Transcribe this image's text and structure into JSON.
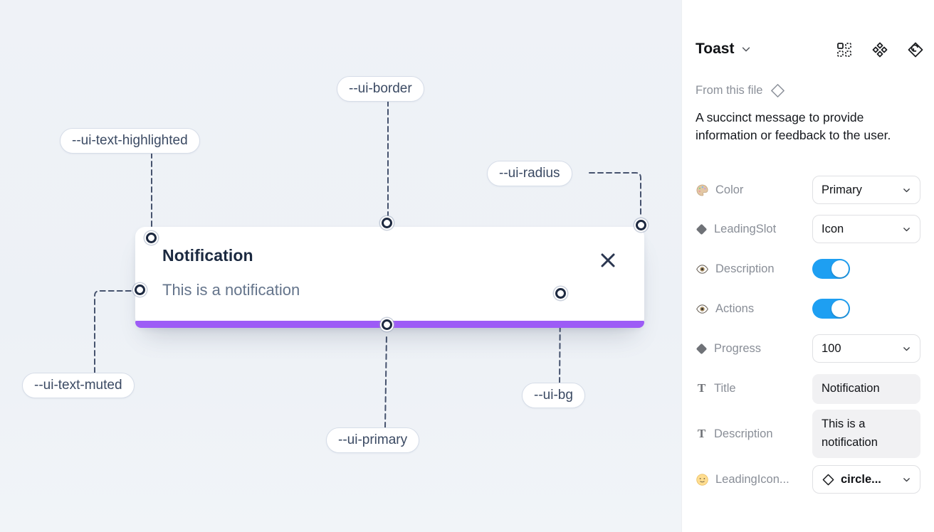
{
  "canvas": {
    "background_color": "#eff2f7",
    "toast": {
      "title": "Notification",
      "description": "This is a notification",
      "close_icon": "x-icon",
      "progress_color": "#9d5cf6",
      "progress_value_shown": "100"
    },
    "labels": [
      {
        "text": "--ui-border"
      },
      {
        "text": "--ui-text-highlighted"
      },
      {
        "text": "--ui-radius"
      },
      {
        "text": "--ui-text-muted"
      },
      {
        "text": "--ui-primary"
      },
      {
        "text": "--ui-bg"
      }
    ]
  },
  "panel": {
    "header": {
      "title": "Toast",
      "chevron_icon": "chevron-down-icon",
      "icons": [
        "components-grid-icon",
        "variants-icon",
        "swap-instance-icon"
      ]
    },
    "source": {
      "label": "From this file",
      "icon": "diamond-outline-icon"
    },
    "description": "A succinct message to provide information or feedback to the user.",
    "properties": [
      {
        "label": "Color",
        "icon": "palette-icon",
        "control": "dropdown",
        "value": "Primary"
      },
      {
        "label": "LeadingSlot",
        "icon": "diamond-icon",
        "control": "dropdown",
        "value": "Icon"
      },
      {
        "label": "Description",
        "icon": "eye-icon",
        "control": "toggle",
        "value": "on"
      },
      {
        "label": "Actions",
        "icon": "eye-icon",
        "control": "toggle",
        "value": "on"
      },
      {
        "label": "Progress",
        "icon": "diamond-icon",
        "control": "dropdown",
        "value": "100"
      },
      {
        "label": "Title",
        "icon": "text-icon",
        "control": "text",
        "value": "Notification"
      },
      {
        "label": "Description",
        "icon": "text-icon",
        "control": "text",
        "value": "This is a notification"
      },
      {
        "label": "LeadingIcon...",
        "icon": "smiley-icon",
        "control": "icon-dropdown",
        "value": "circle..."
      }
    ],
    "colors": {
      "toggle_on": "#1e9ff2",
      "accent_purple": "#9d5cf6"
    }
  }
}
